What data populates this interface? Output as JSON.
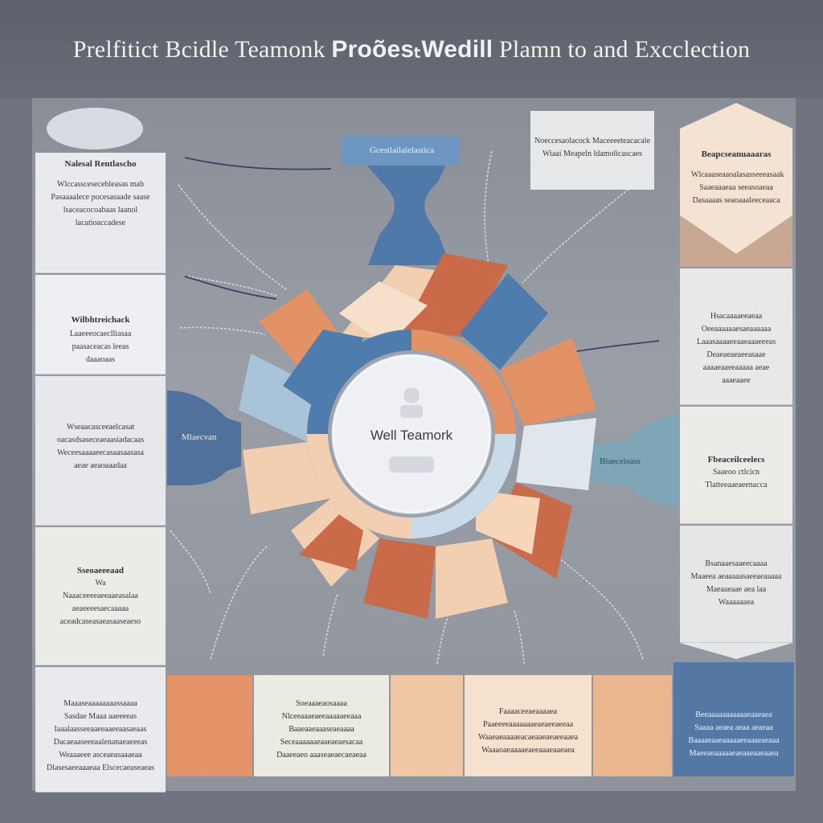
{
  "title": {
    "part1": "Prelfitict Bcidle Teamonk ",
    "part2": "ProõesₜWedill",
    "part3": " Plamn to and Excclection"
  },
  "hub": {
    "label": "Well Teamork"
  },
  "top_tab": {
    "label": "Gcestlailalelastica"
  },
  "left_tab": {
    "label": "Mlaecvan"
  },
  "right_tab": {
    "label": "Blaeceisass"
  },
  "top_card": {
    "lines": [
      "Noeccesaolacock",
      "Maceeeeteacacale Wiaai",
      "Meapeln ldamolicascaes"
    ]
  },
  "left_cards": [
    {
      "title": "Nalesal Rentlascho",
      "lines": [
        "Wlccasscesecebleasas mab",
        "Pasaaaalece pocesasaade saase",
        "lsaceacocoabaas laanol",
        "lacatioaccadese"
      ]
    },
    {
      "title": "Wilbhtreichack",
      "lines": [
        "Laaeeeocaeclliasaa",
        "paasaceacas leeas",
        "daaaoaas"
      ]
    },
    {
      "title": "",
      "lines": [
        "Wseaacasceeaelcasat",
        "oacasdsaseceaeaasiadacaas",
        "Weceesaaaaeecasaasaasasa",
        "aeae aeaoaaadaa"
      ]
    },
    {
      "title": "Sseoaeeeaad",
      "lines": [
        "Wa",
        "Naaaceeeeaeeaaeasalaa",
        "aeaeeeesaecaaaaa",
        "aceadcaseasaeasaaseaeso"
      ]
    },
    {
      "title": "",
      "lines": [
        "Maaaseaaaaaaaassaaaa",
        "Sasdae Maaa aaeeeeas",
        "Iaaalaasseeaaeeaaeeaasaeaas",
        "Dacaeaaseeeaalenanaeaeeeas",
        "Weaaaeee asceaeasaaaeaa",
        "Dlasesaeeaaaeaa Elscecaeaseaeas"
      ]
    }
  ],
  "right_cards": [
    {
      "title": "Beapcseanuaaaras",
      "lines": [
        "Wlcaaaseaaoalasasseeeasaak",
        "Saaeaaaeaa seeasoaeaa",
        "Dasaaaas seaoaaaleeceaaca"
      ]
    },
    {
      "title": "",
      "lines": [
        "Hsacaaaaeeaeaa",
        "Oeeaaaaaaesaeaaaaaa",
        "Laaasaaaaeeaaeaaaeeeas",
        "Deaeaeaeaeeasaae",
        "aaaaeaaeeaaaaa aeae",
        "aaaeaaee"
      ]
    },
    {
      "title": "Fbeaceilceelecs",
      "lines": [
        "Saaeoo ctlcicn",
        "Tlatteeaaeaeenacca"
      ]
    },
    {
      "title": "",
      "lines": [
        "Bsanaaesaaeecaaaa",
        "Maaeea aeaaaaasaeeaeaaaaa",
        "Maeaaeaae aea laa",
        "Waaaaaaea"
      ]
    }
  ],
  "bottom_cards": [
    {
      "lines": [
        "Soeaaaeaosaaaa",
        "Nlceeaaaeaeeaaaaaeeaaa",
        "Baaeaaeaaaseaeaaaa",
        "Seceaaaaaaeaaeaeaesacaa",
        "Daaeeaeo aaaseaeaecaeaeaa"
      ]
    },
    {
      "lines": [
        "Faaaaceeaeaaaaea",
        "Paaeeeeaaaaaaaeaeaeeaeeaa",
        "Waaeaeaaaaeacaeaaeaeaeeaaea",
        "Waaaoaeaaaaeaeeaaaeaaeaea"
      ]
    },
    {
      "lines": [
        "Beeaaaaaaaaaaaeaaeaea",
        "Saaaa aeaea aeaa aeaeaa",
        "Baaaaeaaeaaaaaeeaaaeaeaaa",
        "Maeeaeaaaaaeaeaaeaaeaaea"
      ]
    }
  ],
  "colors": {
    "orange": "#e39266",
    "rust": "#c96a48",
    "peach": "#f2cfb0",
    "blue": "#4e7cad",
    "lightblue": "#a9c4d9",
    "slate": "#5b7ea8",
    "teal": "#6f9aac"
  }
}
